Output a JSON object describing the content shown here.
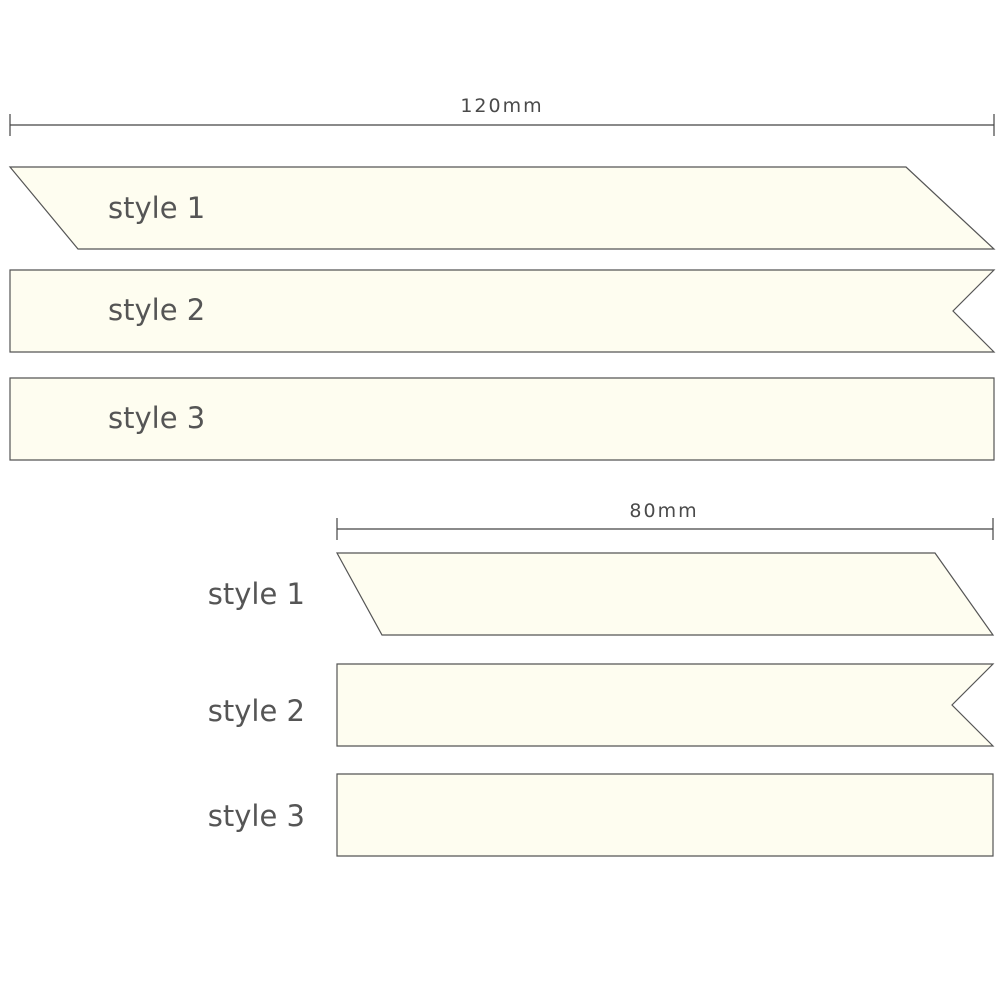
{
  "colors": {
    "ribbon_fill": "#fefdf0",
    "ribbon_stroke": "#555555",
    "text": "#555555"
  },
  "group_120": {
    "dimension": "120mm",
    "ribbons": [
      {
        "label": "style 1",
        "end_style": "slanted"
      },
      {
        "label": "style 2",
        "end_style": "notched"
      },
      {
        "label": "style 3",
        "end_style": "straight"
      }
    ]
  },
  "group_80": {
    "dimension": "80mm",
    "ribbons": [
      {
        "label": "style 1",
        "end_style": "slanted"
      },
      {
        "label": "style 2",
        "end_style": "notched"
      },
      {
        "label": "style 3",
        "end_style": "straight"
      }
    ]
  }
}
